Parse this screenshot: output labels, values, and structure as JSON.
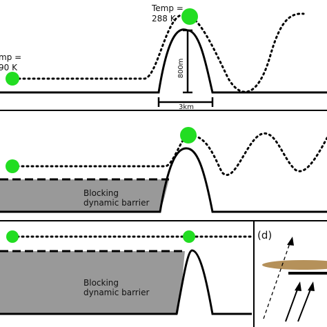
{
  "panel_a": {
    "temp_right": [
      "Temp =",
      "288 K"
    ],
    "temp_left": [
      "mp =",
      "90 K"
    ],
    "height_label": "800m",
    "width_label": "3km"
  },
  "panel_b": {
    "barrier_label": [
      "Blocking",
      "dynamic barrier"
    ]
  },
  "panel_c": {
    "barrier_label": [
      "Blocking",
      "dynamic barrier"
    ]
  },
  "panel_d": {
    "label": "(d)"
  },
  "colors": {
    "parcel": "#22dd22",
    "barrier": "#999999",
    "cloud": "#b5915a",
    "line": "#000000"
  }
}
